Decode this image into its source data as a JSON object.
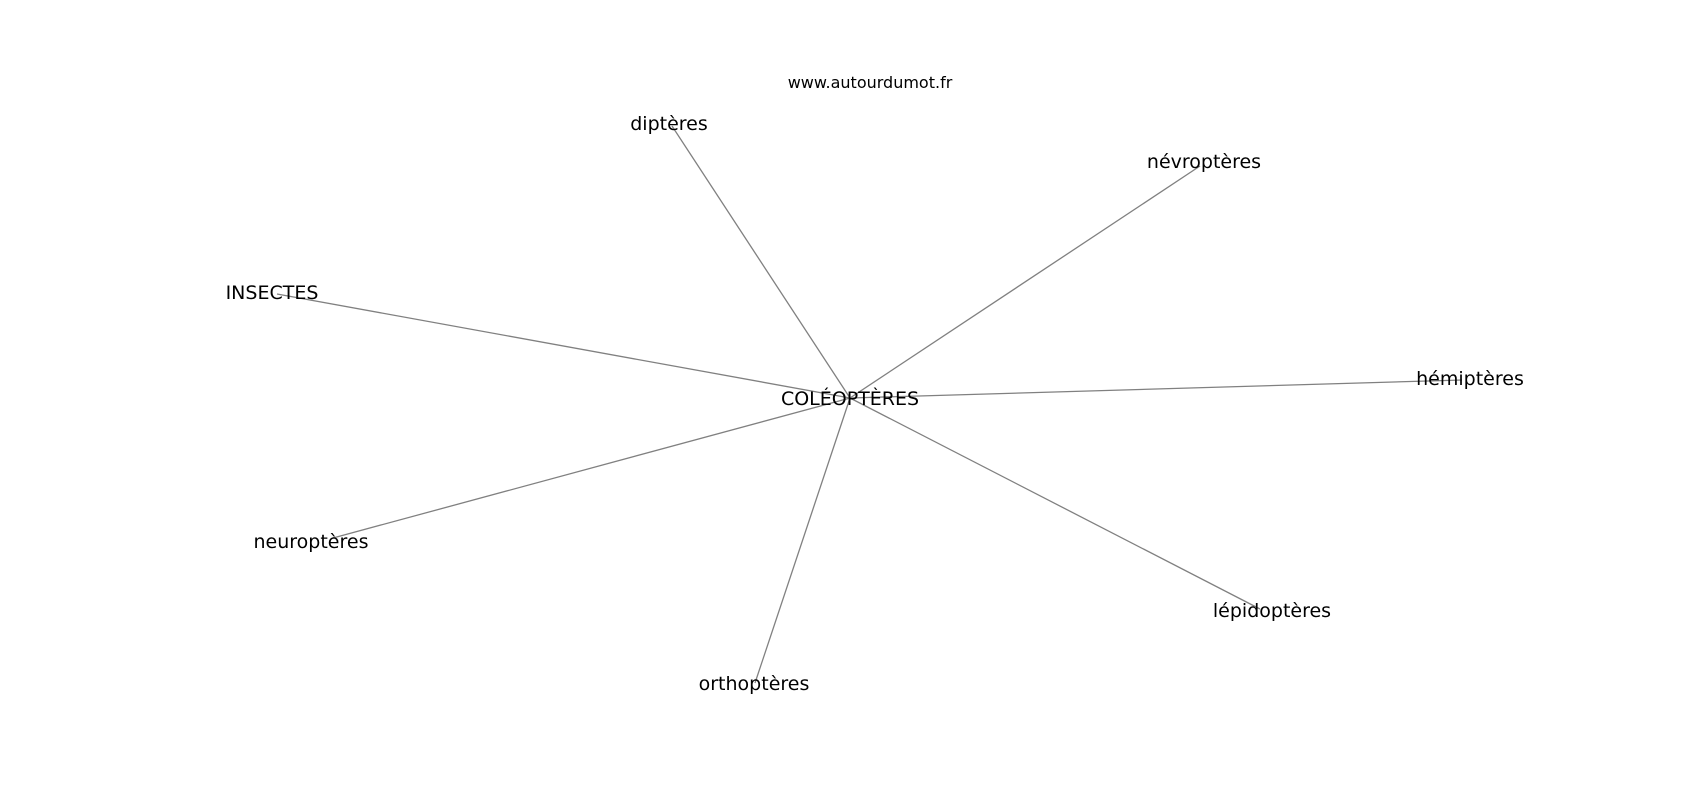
{
  "watermark": "www.autourdumot.fr",
  "center": {
    "label": "COLÉOPTÈRES"
  },
  "neighbors": [
    {
      "id": "dipteres",
      "label": "diptères"
    },
    {
      "id": "nevropteres",
      "label": "névroptères"
    },
    {
      "id": "insectes",
      "label": "INSECTES"
    },
    {
      "id": "hemipteres",
      "label": "hémiptères"
    },
    {
      "id": "neuropteres",
      "label": "neuroptères"
    },
    {
      "id": "lepidopteres",
      "label": "lépidoptères"
    },
    {
      "id": "orthopteres",
      "label": "orthoptères"
    }
  ],
  "edge_color": "#808080"
}
